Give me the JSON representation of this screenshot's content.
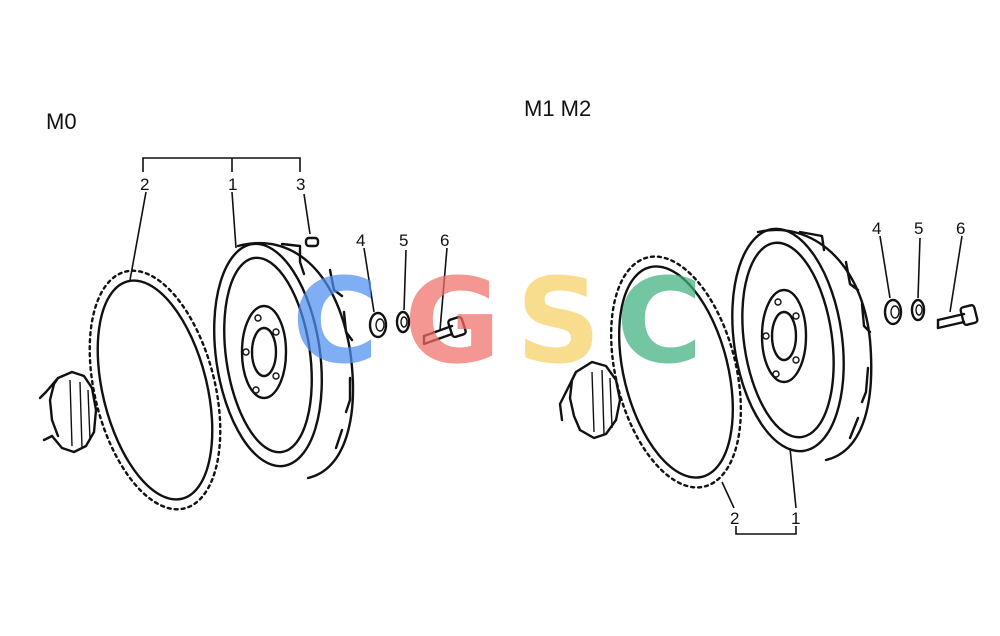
{
  "diagram": {
    "variants": {
      "left": "M0",
      "right": "M1 M2"
    },
    "callouts_left": [
      "2",
      "1",
      "3",
      "4",
      "5",
      "6"
    ],
    "callouts_right": [
      "4",
      "5",
      "6",
      "2",
      "1"
    ],
    "watermark": {
      "letters": [
        {
          "char": "C",
          "color": "#4f8ff2"
        },
        {
          "char": "G",
          "color": "#f0706a"
        },
        {
          "char": "S",
          "color": "#f7d064"
        },
        {
          "char": "C",
          "color": "#3fb07e"
        }
      ]
    },
    "line_color": "#111111"
  }
}
